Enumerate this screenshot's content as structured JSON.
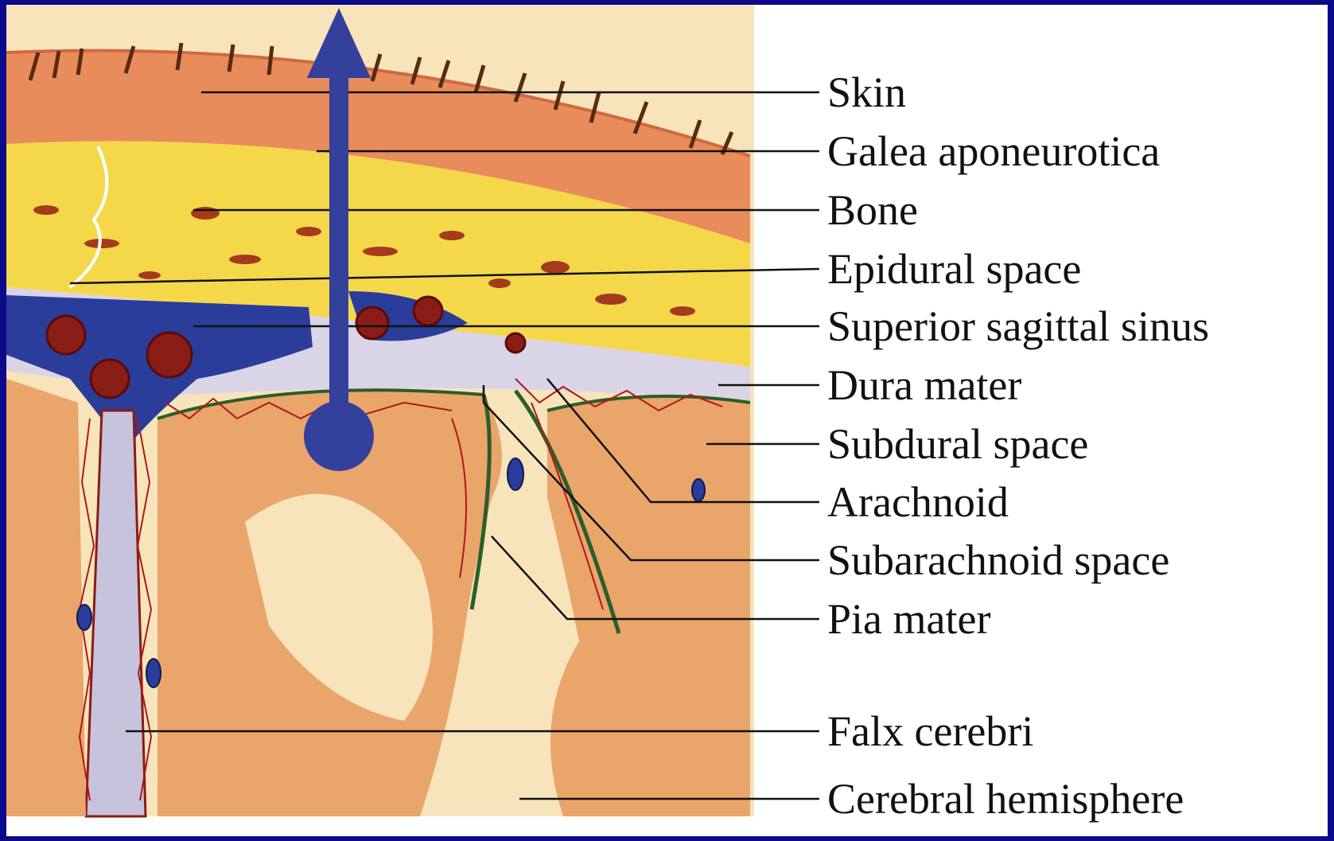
{
  "diagram": {
    "labels": [
      {
        "id": "skin",
        "text": "Skin"
      },
      {
        "id": "galea",
        "text": "Galea aponeurotica"
      },
      {
        "id": "bone",
        "text": "Bone"
      },
      {
        "id": "epidural",
        "text": "Epidural space"
      },
      {
        "id": "sinus",
        "text": "Superior sagittal sinus"
      },
      {
        "id": "dura",
        "text": "Dura mater"
      },
      {
        "id": "subdural",
        "text": "Subdural space"
      },
      {
        "id": "arachnoid",
        "text": "Arachnoid"
      },
      {
        "id": "subarachnoid",
        "text": "Subarachnoid space"
      },
      {
        "id": "pia",
        "text": "Pia mater"
      },
      {
        "id": "falx",
        "text": "Falx cerebri"
      },
      {
        "id": "cerebral",
        "text": "Cerebral hemisphere"
      }
    ]
  },
  "colors": {
    "frame": "#0a0a8a",
    "skin": "#e98c5c",
    "bone": "#f5d84a",
    "sinus": "#2b3d9a",
    "brain": "#e9a56a",
    "white_matter": "#f8e4bb",
    "vessel": "#b01818",
    "arrow": "#33409c"
  },
  "icons": {
    "arrow": "up-arrow-pointer-icon"
  }
}
